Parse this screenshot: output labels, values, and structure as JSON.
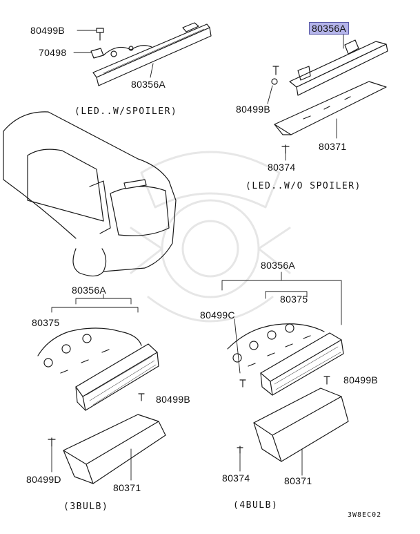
{
  "highlight_color": "#b4b4ea",
  "labels": {
    "p80499b_top": "80499B",
    "p70498": "70498",
    "p80356a_top": "80356A",
    "caption_spoiler": "(LED..W/SPOILER)",
    "p80356a_hl": "80356A",
    "p80499b_right": "80499B",
    "p80371_right": "80371",
    "p80374_right": "80374",
    "caption_no_spoiler": "(LED..W/O SPOILER)",
    "p80356a_left": "80356A",
    "p80375_left": "80375",
    "p80499b_left": "80499B",
    "p80499d": "80499D",
    "p80371_left": "80371",
    "caption_3bulb": "(3BULB)",
    "p80356a_right4": "80356A",
    "p80375_right4": "80375",
    "p80499c": "80499C",
    "p80499b_right4": "80499B",
    "p80374_bottom": "80374",
    "p80371_bottom": "80371",
    "caption_4bulb": "(4BULB)",
    "diagram_code": "3W8EC02"
  }
}
